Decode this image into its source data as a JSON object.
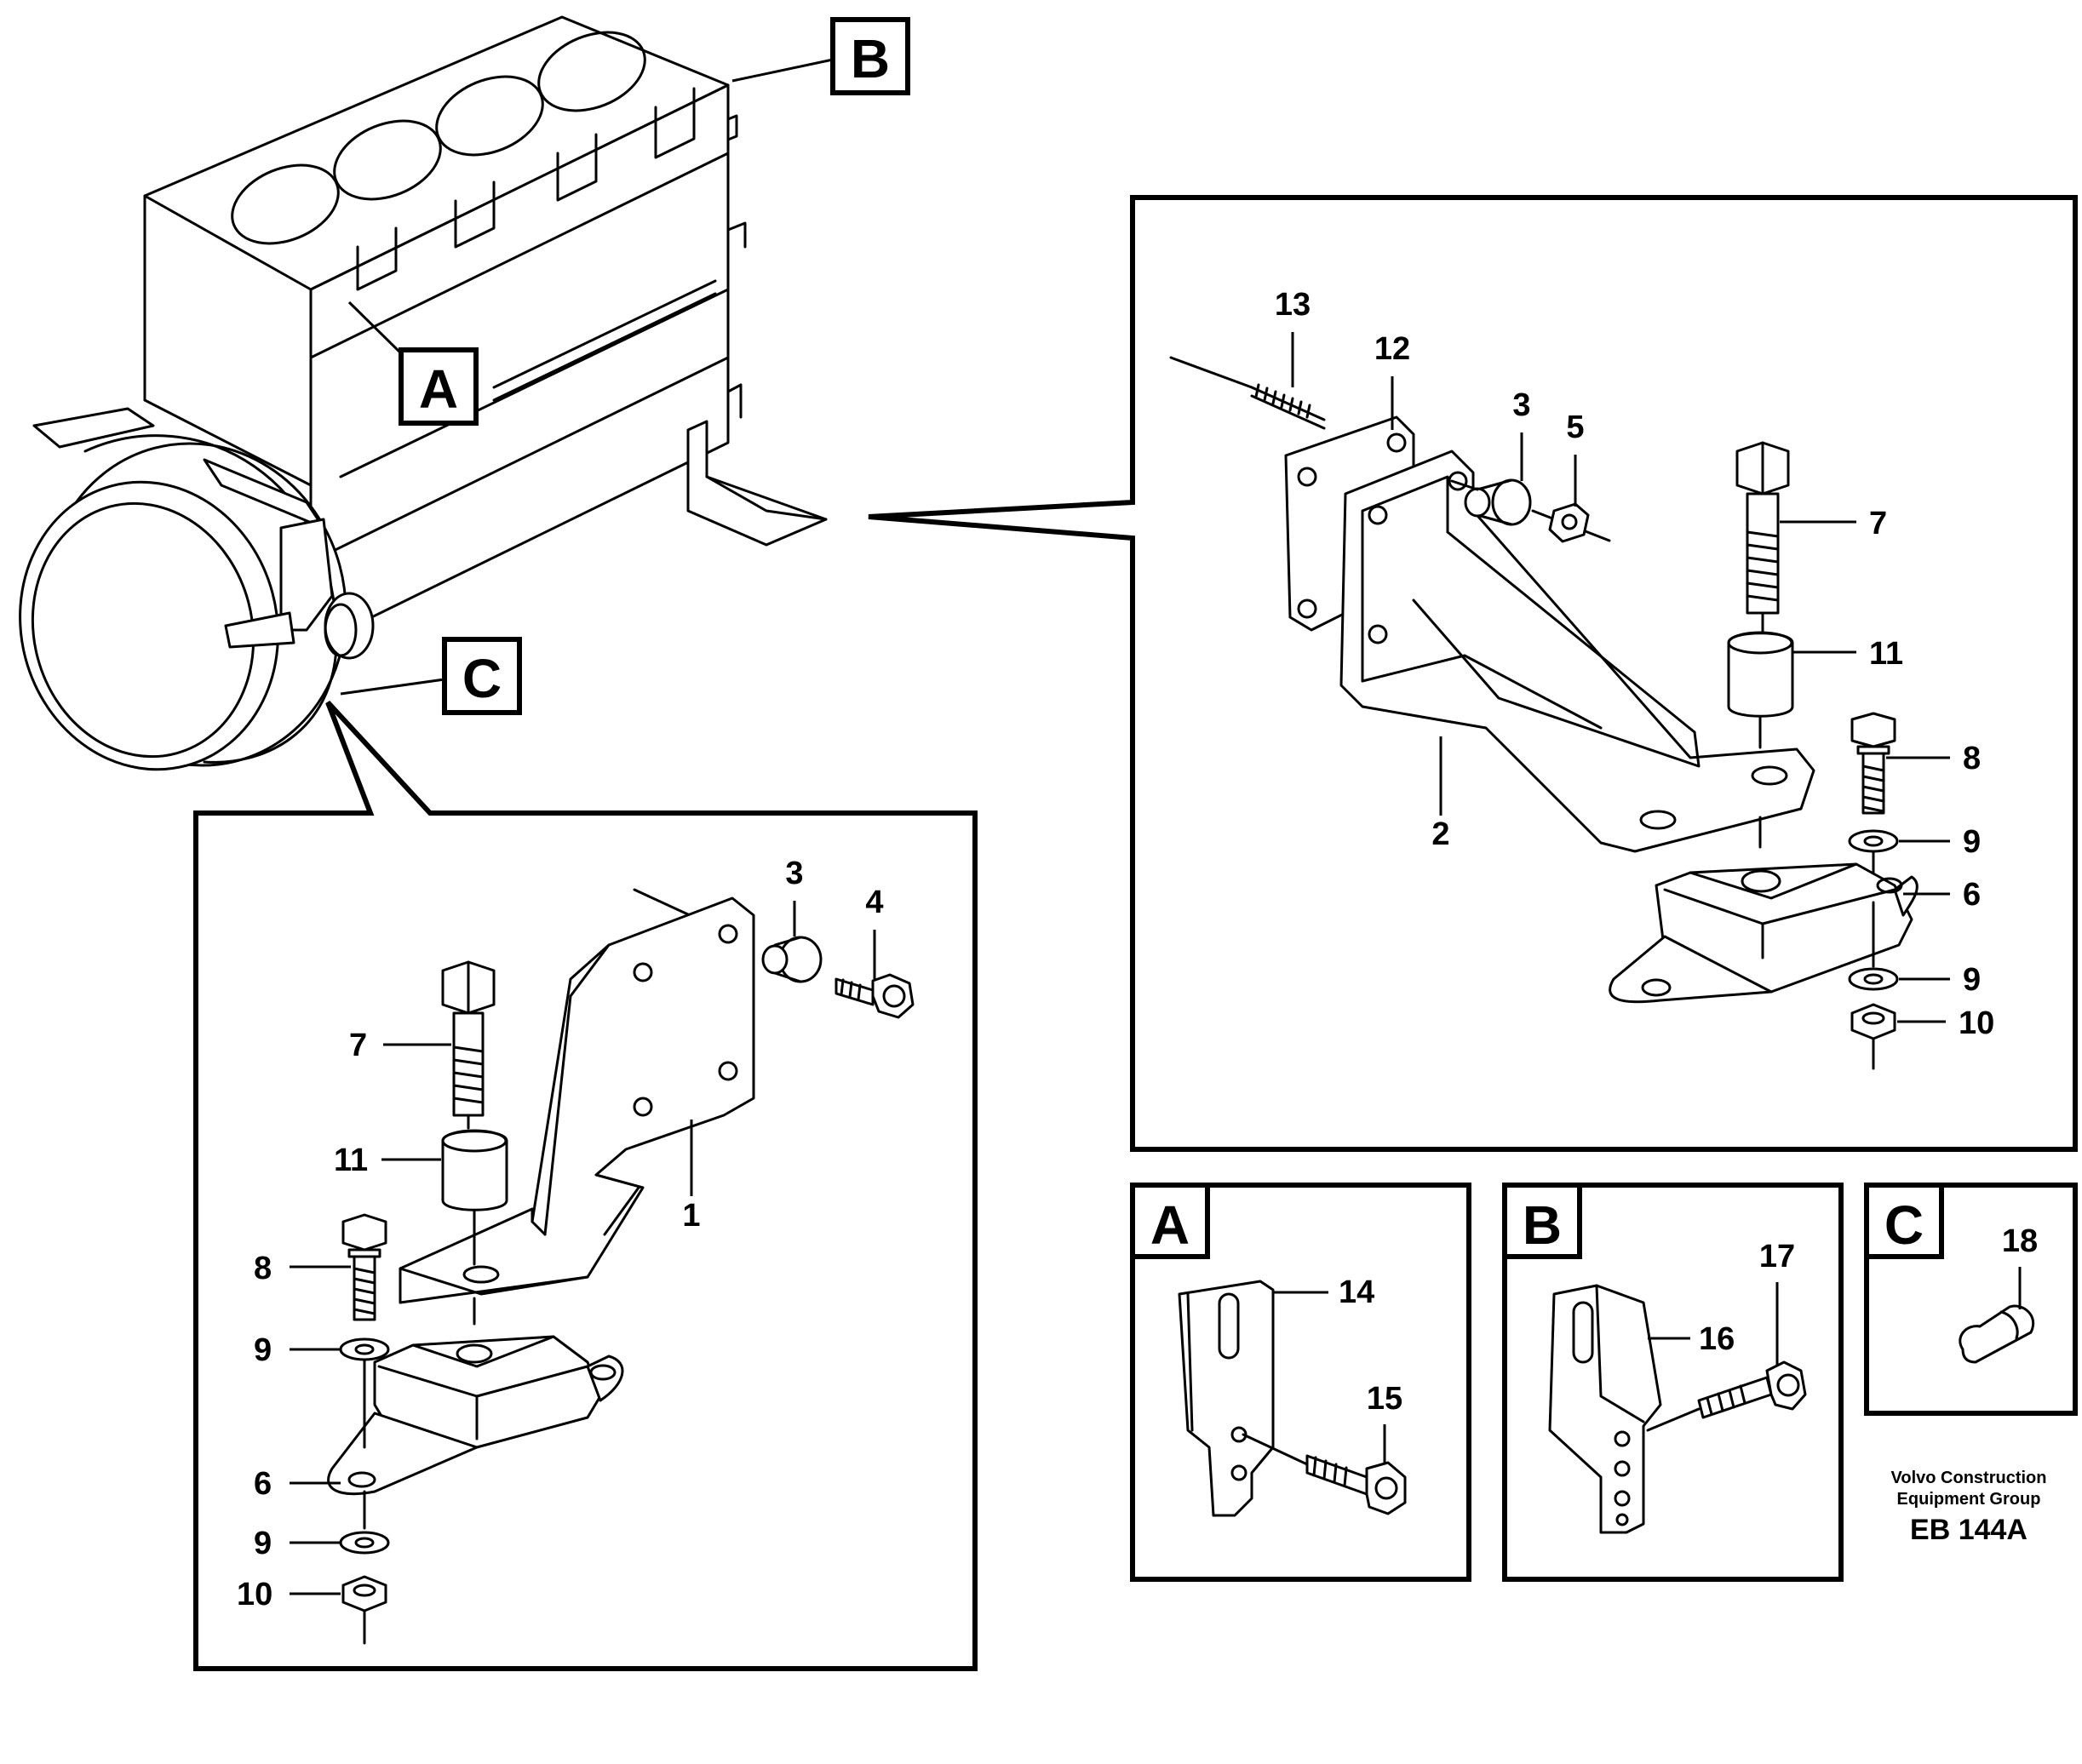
{
  "labels": {
    "letter_a": "A",
    "letter_b": "B",
    "letter_c": "C"
  },
  "left_detail": {
    "callouts": [
      "3",
      "4",
      "7",
      "11",
      "1",
      "8",
      "9",
      "6",
      "9",
      "10"
    ]
  },
  "right_detail": {
    "callouts": [
      "13",
      "12",
      "3",
      "5",
      "7",
      "11",
      "2",
      "8",
      "9",
      "6",
      "9",
      "10"
    ]
  },
  "inset_a": {
    "letter": "A",
    "callouts": [
      "14",
      "15"
    ]
  },
  "inset_b": {
    "letter": "B",
    "callouts": [
      "16",
      "17"
    ]
  },
  "inset_c": {
    "letter": "C",
    "callouts": [
      "18"
    ]
  },
  "credit": {
    "line1": "Volvo Construction",
    "line2": "Equipment Group",
    "code": "EB 144A"
  }
}
